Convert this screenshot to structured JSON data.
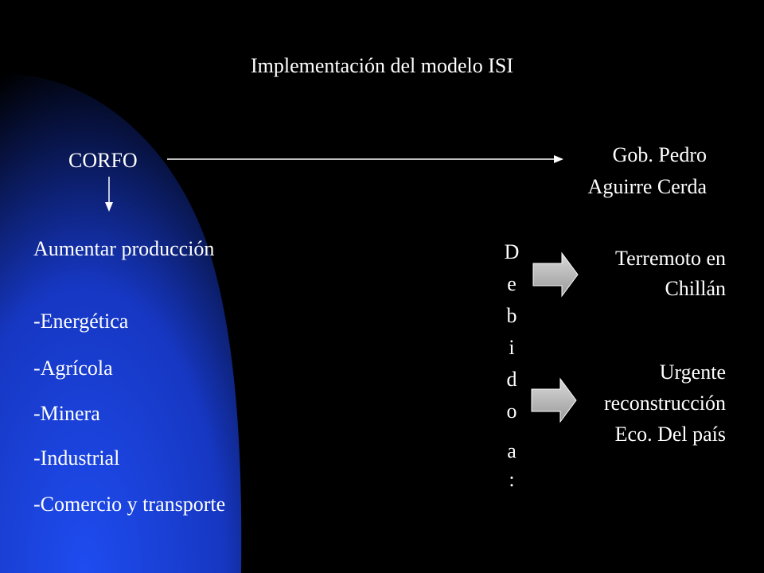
{
  "title": "Implementación del modelo ISI",
  "corfo": "CORFO",
  "gobierno": [
    "Gob. Pedro",
    "Aguirre Cerda"
  ],
  "aumentar": "Aumentar producción",
  "sectores": [
    "-Energética",
    "-Agrícola",
    "-Minera",
    "-Industrial",
    "-Comercio y transporte"
  ],
  "debido": [
    "D",
    "e",
    "b",
    "i",
    "d",
    "o",
    "a",
    ":"
  ],
  "terremoto": [
    "Terremoto en",
    "Chillán"
  ],
  "urgente": [
    "Urgente",
    "reconstrucción",
    "Eco. Del país"
  ],
  "colors": {
    "background": "#000000",
    "panel_blue": "#1a3fd6",
    "text": "#ffffff",
    "arrow_fill": "#bfbfbf"
  }
}
